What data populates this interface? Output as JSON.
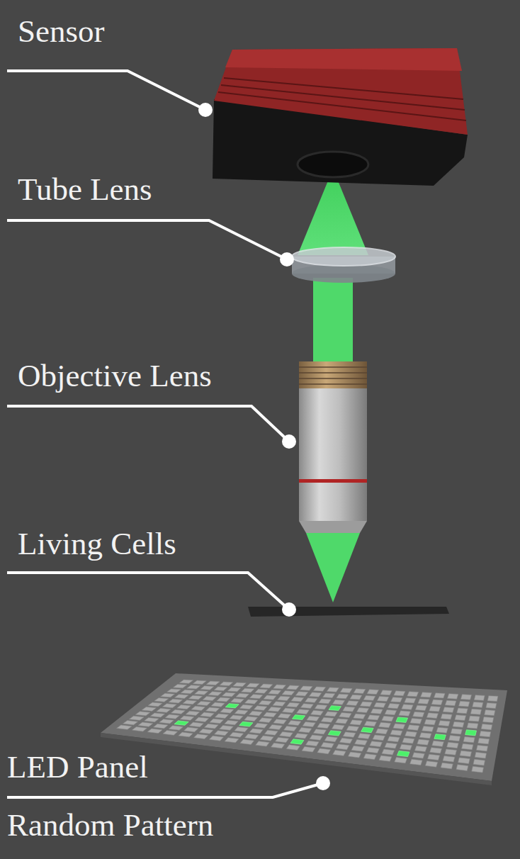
{
  "diagram": {
    "labels": [
      "Sensor",
      "Tube Lens",
      "Objective Lens",
      "Living Cells",
      "LED Panel",
      "Random Pattern"
    ]
  }
}
